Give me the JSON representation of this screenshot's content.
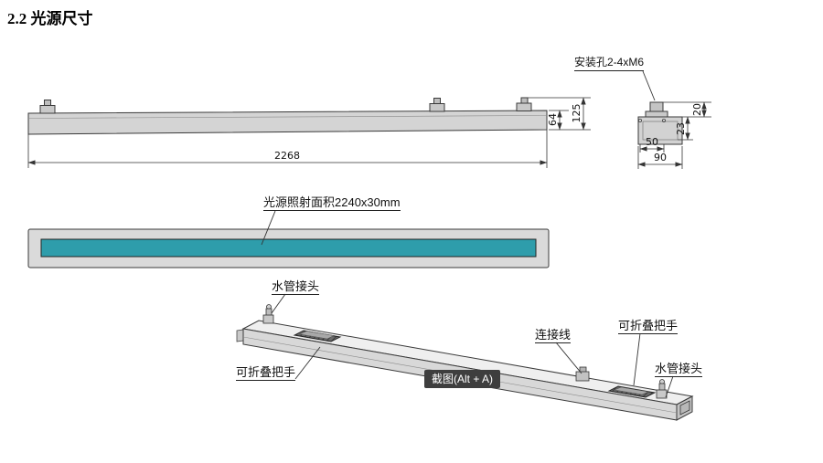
{
  "document": {
    "section_title": "2.2 光源尺寸"
  },
  "front_view": {
    "dim_2268": "2268",
    "dim_64": "64",
    "dim_125": "125"
  },
  "side_view": {
    "callout_mounting_holes": "安装孔2-4xM6",
    "dim_20": "20",
    "dim_23": "23",
    "dim_50": "50",
    "dim_90": "90"
  },
  "window_view": {
    "callout_area": "光源照射面积2240x30mm",
    "window_color": "#2e9dab"
  },
  "iso_view": {
    "callout_water_top": "水管接头",
    "callout_handle_left": "可折叠把手",
    "callout_cable": "连接线",
    "callout_handle_right": "可折叠把手",
    "callout_water_right": "水管接头"
  },
  "overlay": {
    "screenshot_button": "截图(Alt + A)"
  }
}
